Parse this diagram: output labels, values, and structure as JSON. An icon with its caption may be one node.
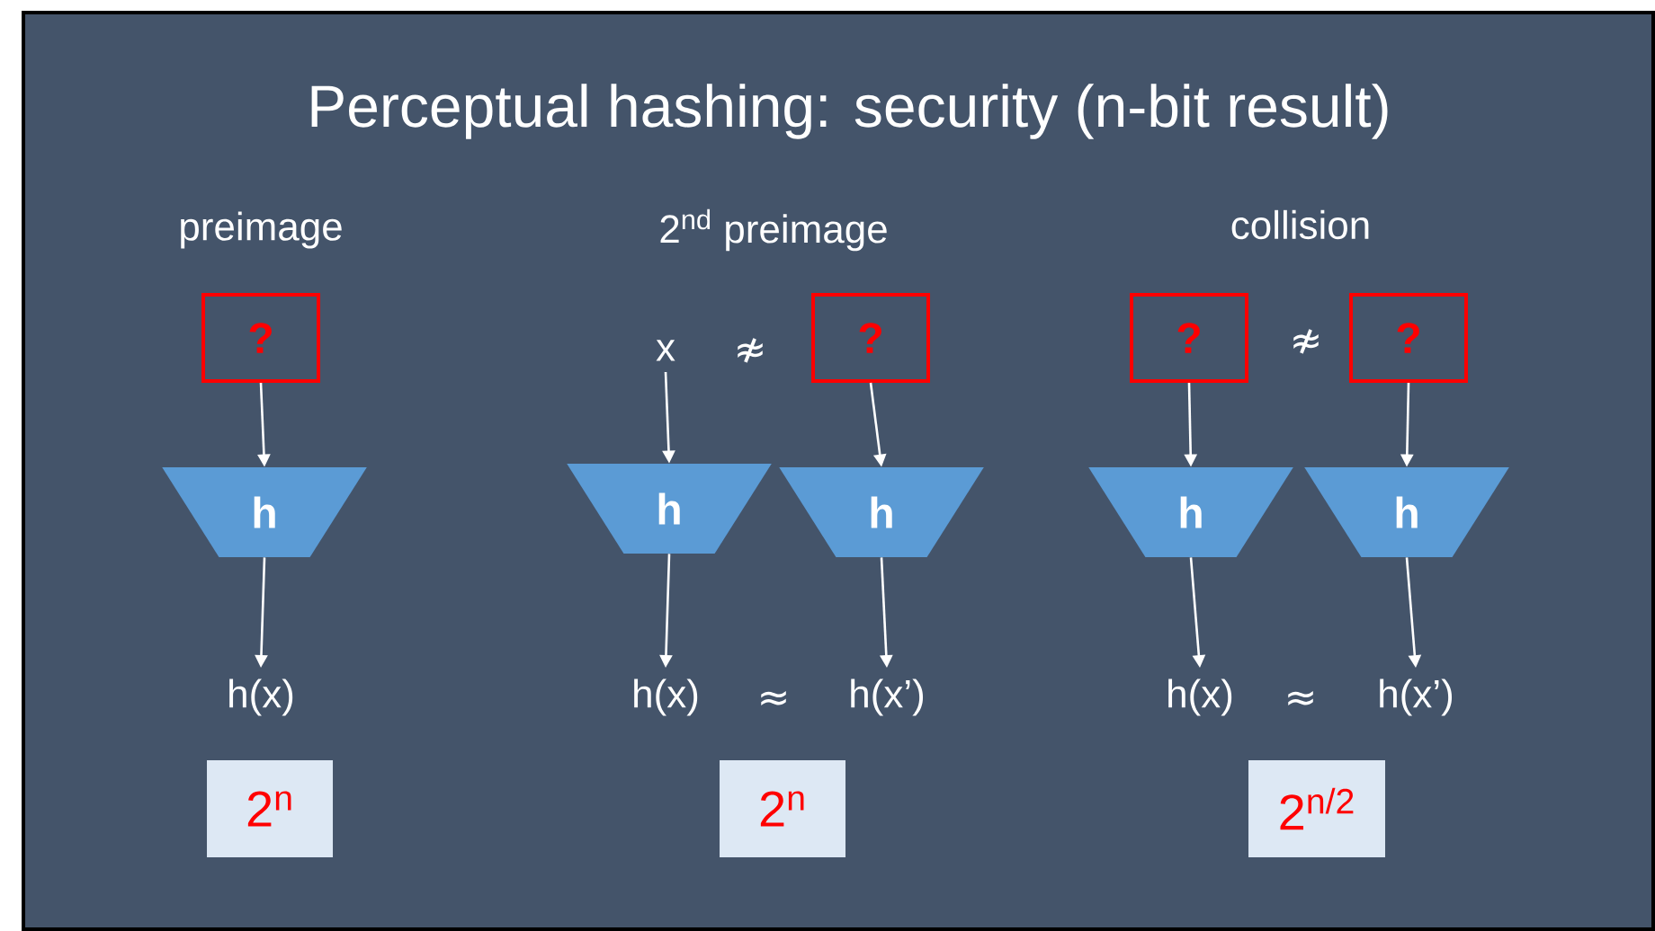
{
  "diagram": {
    "title": "Perceptual hashing: security (n-bit result)",
    "nodes": [
      {
        "text": [
          "?"
        ]
      },
      {
        "text": [
          "h"
        ]
      },
      {
        "text": [
          "h(x)"
        ]
      },
      {
        "text": [
          "2$^{n}$"
        ]
      },
      {
        "text": [
          "x"
        ]
      },
      {
        "text": [
          "?"
        ]
      },
      {
        "text": [
          "h"
        ]
      },
      {
        "text": [
          "h"
        ]
      },
      {
        "text": [
          "h(x)"
        ]
      },
      {
        "text": [
          "h(x’)"
        ]
      },
      {
        "text": [
          "2$^{n}$"
        ]
      },
      {
        "text": [
          "?"
        ]
      },
      {
        "text": [
          "?"
        ]
      },
      {
        "text": [
          "h"
        ]
      },
      {
        "text": [
          "h"
        ]
      },
      {
        "text": [
          "h(x)"
        ]
      },
      {
        "text": [
          "h(x’)"
        ]
      },
      {
        "text": [
          "2$^{n/2}$"
        ]
      }
    ],
    "edges": [
      {
        "from": 0,
        "to": 1,
        "arrow": "to"
      },
      {
        "from": 1,
        "to": 2,
        "arrow": "to"
      },
      {
        "from": 4,
        "to": 6,
        "arrow": "to"
      },
      {
        "from": 5,
        "to": 7,
        "arrow": "to"
      },
      {
        "from": 6,
        "to": 8,
        "arrow": "to"
      },
      {
        "from": 7,
        "to": 9,
        "arrow": "to"
      },
      {
        "from": 11,
        "to": 13,
        "arrow": "to"
      },
      {
        "from": 12,
        "to": 14,
        "arrow": "to"
      },
      {
        "from": 13,
        "to": 15,
        "arrow": "to"
      },
      {
        "from": 14,
        "to": 16,
        "arrow": "to"
      }
    ],
    "labels": [
      "preimage",
      "2$^{nd}$ preimage",
      "collision",
      "≉",
      "≈",
      "≉",
      "≈"
    ]
  }
}
